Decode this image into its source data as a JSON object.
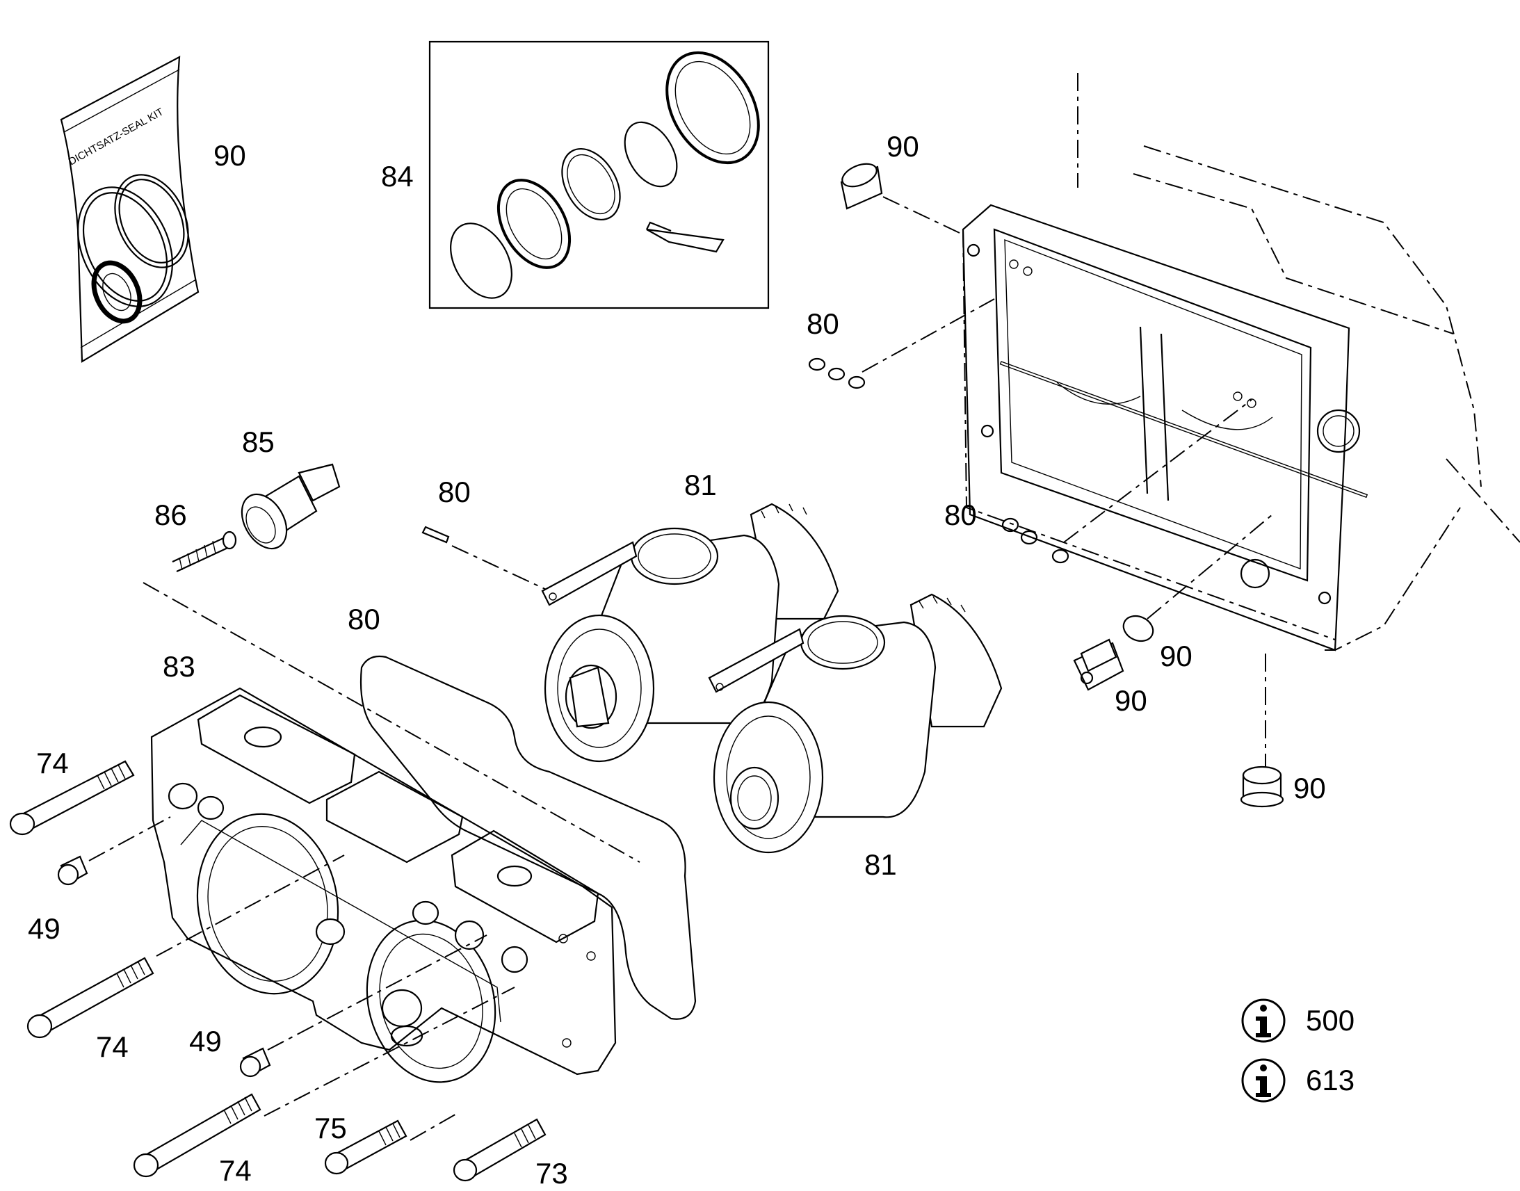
{
  "seal_kit_text": "DICHTSATZ-SEAL KIT",
  "part_labels": [
    {
      "id": "label-90-seal-kit",
      "text": "90"
    },
    {
      "id": "label-84",
      "text": "84"
    },
    {
      "id": "label-90-plug-top",
      "text": "90"
    },
    {
      "id": "label-80-washers-top",
      "text": "80"
    },
    {
      "id": "label-85",
      "text": "85"
    },
    {
      "id": "label-86",
      "text": "86"
    },
    {
      "id": "label-80-pin",
      "text": "80"
    },
    {
      "id": "label-81-top",
      "text": "81"
    },
    {
      "id": "label-80-washers-right",
      "text": "80"
    },
    {
      "id": "label-80-gasket",
      "text": "80"
    },
    {
      "id": "label-83",
      "text": "83"
    },
    {
      "id": "label-90-oring",
      "text": "90"
    },
    {
      "id": "label-90-nut",
      "text": "90"
    },
    {
      "id": "label-90-plug-bottom",
      "text": "90"
    },
    {
      "id": "label-74-top",
      "text": "74"
    },
    {
      "id": "label-81-bottom",
      "text": "81"
    },
    {
      "id": "label-49-top",
      "text": "49"
    },
    {
      "id": "label-74-mid",
      "text": "74"
    },
    {
      "id": "label-49-bottom",
      "text": "49"
    },
    {
      "id": "label-75",
      "text": "75"
    },
    {
      "id": "label-74-bottom",
      "text": "74"
    },
    {
      "id": "label-73",
      "text": "73"
    }
  ],
  "info_refs": [
    {
      "id": "info-500",
      "icon": "info-icon",
      "text": "500"
    },
    {
      "id": "info-613",
      "icon": "info-icon",
      "text": "613"
    }
  ]
}
